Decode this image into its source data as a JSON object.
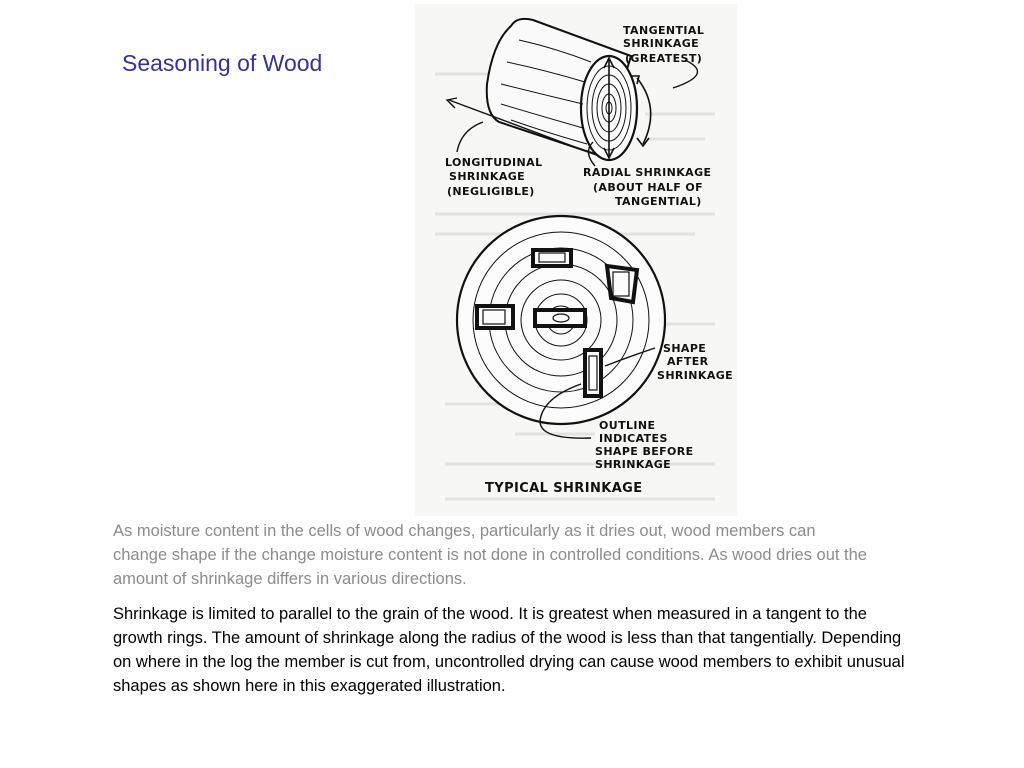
{
  "slide": {
    "title": "Seasoning of Wood"
  },
  "figure": {
    "labels": {
      "tangential_line1": "TANGENTIAL",
      "tangential_line2": "SHRINKAGE",
      "tangential_line3": "(GREATEST)",
      "longitudinal_line1": "LONGITUDINAL",
      "longitudinal_line2": "SHRINKAGE",
      "longitudinal_line3": "(NEGLIGIBLE)",
      "radial_line1": "RADIAL SHRINKAGE",
      "radial_line2": "(ABOUT HALF OF",
      "radial_line3": "TANGENTIAL)",
      "shape_line1": "SHAPE",
      "shape_line2": "AFTER",
      "shape_line3": "SHRINKAGE",
      "outline_line1": "OUTLINE",
      "outline_line2": "INDICATES",
      "outline_line3": "SHAPE BEFORE",
      "outline_line4": "SHRINKAGE",
      "caption": "TYPICAL SHRINKAGE"
    }
  },
  "body": {
    "paragraph1": "As moisture content in the cells of wood changes, particularly as it dries out, wood members can change shape if the change moisture content is not done in controlled conditions. As wood dries out the amount of shrinkage differs in various directions.",
    "paragraph2": "Shrinkage is limited to parallel to the grain of the wood. It is greatest when measured in a tangent to the growth rings. The amount of shrinkage along the radius of the wood is less than that tangentially. Depending on where in the log the member is cut from, uncontrolled drying can cause wood members to exhibit unusual shapes as shown here in this exaggerated illustration."
  }
}
